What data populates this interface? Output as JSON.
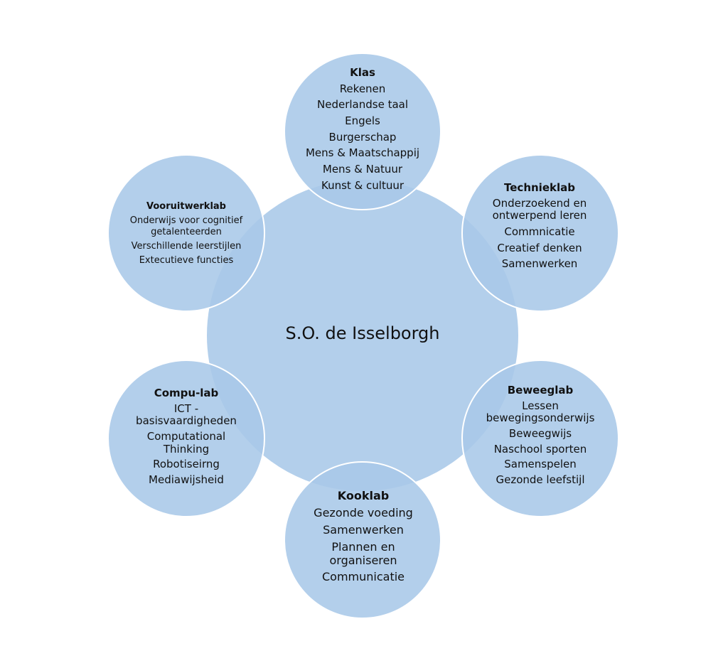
{
  "colors": {
    "circle_fill": "#a9c8e8",
    "circle_opacity": 0.88,
    "circle_stroke": "#ffffff",
    "text": "#111111"
  },
  "center": {
    "title": "S.O. de Isselborgh"
  },
  "nodes": {
    "klas": {
      "title": "Klas",
      "items": [
        "Rekenen",
        "Nederlandse taal",
        "Engels",
        "Burgerschap",
        "Mens & Maatschappij",
        "Mens & Natuur",
        "Kunst & cultuur"
      ]
    },
    "techniek": {
      "title": "Technieklab",
      "items": [
        "Onderzoekend en ontwerpend leren",
        "Commnicatie",
        "Creatief denken",
        "Samenwerken"
      ]
    },
    "beweeg": {
      "title": "Beweeglab",
      "items": [
        "Lessen bewegingsonderwijs",
        "Beweegwijs",
        "Naschool sporten",
        "Samenspelen",
        "Gezonde leefstijl"
      ]
    },
    "kook": {
      "title": "Kooklab",
      "items": [
        "Gezonde voeding",
        "Samenwerken",
        "Plannen en organiseren",
        "Communicatie"
      ]
    },
    "compu": {
      "title": "Compu-lab",
      "items": [
        "ICT - basisvaardigheden",
        "Computational Thinking",
        "Robotiseirng",
        "Mediawijsheid"
      ]
    },
    "vooruit": {
      "title": "Vooruitwerklab",
      "items": [
        "Onderwijs voor cognitief getalenteerden",
        "Verschillende leerstijlen",
        "Extecutieve functies"
      ]
    }
  }
}
